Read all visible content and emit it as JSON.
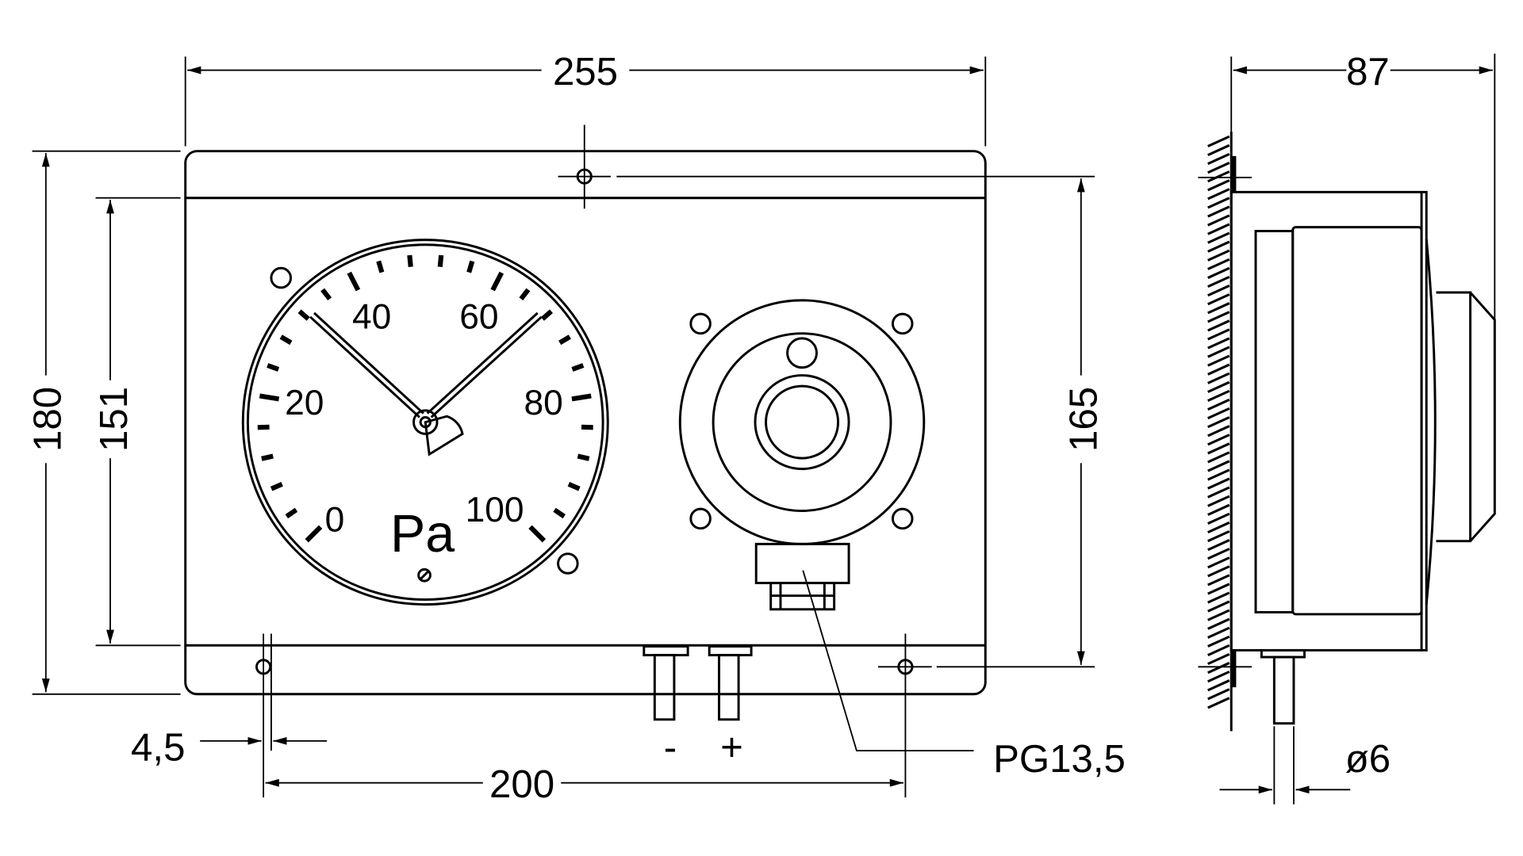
{
  "dimensions": {
    "width_total": "255",
    "height_total": "180",
    "height_inner": "151",
    "mount_vertical": "165",
    "mount_horizontal": "200",
    "hole_diameter": "4,5",
    "depth": "87",
    "pin_diameter": "ø6",
    "cable_gland": "PG13,5"
  },
  "gauge": {
    "unit": "Pa",
    "scale_labels": [
      "0",
      "20",
      "40",
      "60",
      "80",
      "100"
    ]
  },
  "ports": {
    "minus": "-",
    "plus": "+"
  }
}
